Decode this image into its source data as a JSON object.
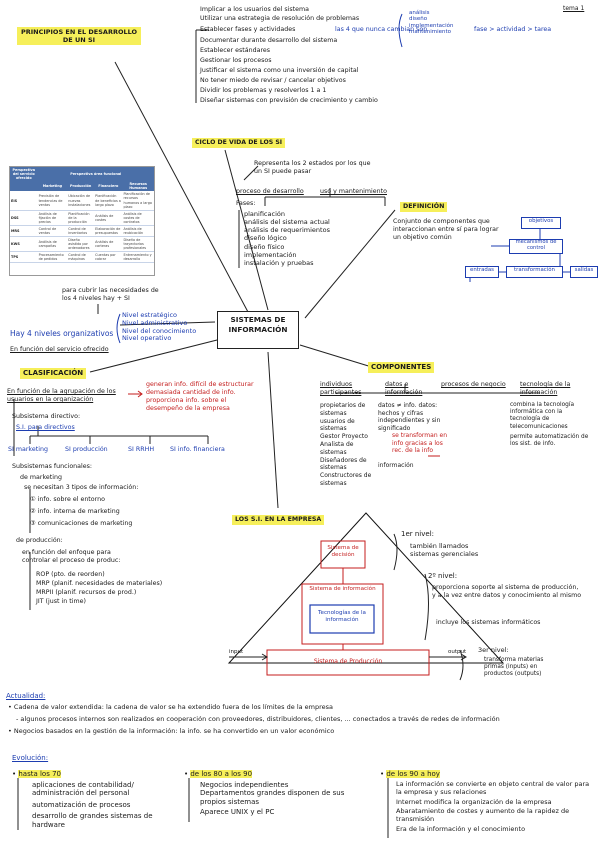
{
  "page_label": "tema 1",
  "center": "SISTEMAS DE INFORMACIÓN",
  "principios": {
    "title": "PRINCIPIOS EN EL DESARROLLO DE UN SI",
    "items": [
      "Implicar a los usuarios del sistema",
      "Utilizar una estrategia de resolución de problemas",
      "Establecer fases y actividades",
      "Documentar durante desarrollo del sistema",
      "Establecer estándares",
      "Gestionar los procesos",
      "Justificar el sistema como una inversión de capital",
      "No tener miedo de revisar / cancelar objetivos",
      "Dividir los problemas y resolverlos 1 a 1",
      "Diseñar sistemas con previsión de crecimiento y cambio"
    ],
    "fases_note": "las 4 que nunca cambian son",
    "fases_list": [
      "análisis",
      "diseño",
      "implementación",
      "mantenimiento"
    ],
    "fases_result": "fase > actividad > tarea"
  },
  "ciclo": {
    "title": "CICLO DE VIDA DE LOS SI",
    "intro": "Representa los 2 estados por los que un SI puede pasar",
    "estado1": "proceso de desarrollo",
    "estado2": "uso y mantenimiento",
    "fases_label": "Fases:",
    "fases": [
      "planificación",
      "análisis del sistema actual",
      "análisis de requerimientos",
      "diseño lógico",
      "diseño físico",
      "implementación",
      "instalación y pruebas"
    ]
  },
  "definicion": {
    "title": "DEFINICIÓN",
    "text": "Conjunto de componentes que interaccionan entre sí para lograr un objetivo común",
    "diag": {
      "objetivos": "objetivos",
      "mecanismos": "mecanismos de control",
      "entradas": "entradas",
      "transformacion": "transformación",
      "salidas": "salidas"
    }
  },
  "table": {
    "headers": [
      "Perspectiva del servicio ofrecido",
      "Perspectiva área funcional"
    ],
    "cols": [
      "",
      "Marketing",
      "Producción",
      "Financiero",
      "Recursos Humanos"
    ],
    "rows": [
      [
        "EIS",
        "Previsión de tendencias de ventas",
        "Ubicación de nuevas instalaciones",
        "Planificación de beneficios a largo plazo",
        "Planificación de recursos humanos a largo plazo"
      ],
      [
        "DSS",
        "Análisis de fijación de precios",
        "Planificación de la producción",
        "Análisis de costes",
        "Análisis de costes de contratos"
      ],
      [
        "MRS",
        "Control de ventas",
        "Control de inventarios",
        "Elaboración de presupuestos",
        "Análisis de reubicación"
      ],
      [
        "KWS",
        "Análisis de campañas",
        "Diseño asistido por ordenadores",
        "Análisis de carteras",
        "Diseño de trayectorias profesionales"
      ],
      [
        "TPS",
        "Procesamiento de pedidos",
        "Control de máquinas",
        "Cuentas por cobrar",
        "Entrenamiento y desarrollo"
      ]
    ],
    "note": "para cubrir las necesidades de los 4 niveles hay + SI"
  },
  "niveles": {
    "lead": "Hay 4 niveles organizativos",
    "items": [
      "Nivel estratégico",
      "Nivel administrativo",
      "Nivel del conocimiento",
      "Nivel operativo"
    ]
  },
  "funcion_servicio": "En función del servicio ofrecido",
  "clasificacion": {
    "title": "CLASIFICACIÓN",
    "agrupacion": "En función de la agrupación de los usuarios en la organización",
    "agr_notes": [
      "generan info. difícil de estructurar",
      "demasiada cantidad de info.",
      "proporciona info. sobre el desempeño de la empresa"
    ],
    "directivo": "Subsistema directivo:",
    "directivas": "S.I. para directivos",
    "dir_items": [
      "SI marketing",
      "SI producción",
      "SI RRHH",
      "SI info. financiera"
    ],
    "funcionales": "Subsistemas funcionales:",
    "marketing": "de marketing",
    "mk_note": "se necesitan 3 tipos de información:",
    "mk_items": [
      "info. sobre el entorno",
      "info. interna de marketing",
      "comunicaciones de marketing"
    ],
    "produccion": "de producción:",
    "prod_note": "en función del enfoque para controlar el proceso de produc:",
    "prod_items": [
      "ROP (pto. de reorden)",
      "MRP (planif. necesidades de materiales)",
      "MRPII (planif. recursos de prod.)",
      "JIT (just in time)"
    ]
  },
  "componentes": {
    "title": "COMPONENTES",
    "cats": [
      "individuos participantes",
      "datos e información",
      "procesos de negocio",
      "tecnología de la información"
    ],
    "individuos": [
      "propietarios de sistemas",
      "usuarios de sistemas",
      "Gestor Proyecto",
      "Analista de sistemas",
      "Diseñadores de sistemas",
      "Constructores de sistemas"
    ],
    "datos": "datos ≠ info. datos: hechos y cifras independientes y sin significado",
    "datos_red": "se transforman en info gracias a los rec. de la info",
    "datos_end": "información",
    "tecnologia": "combina la tecnología informática con la tecnología de telecomunicaciones",
    "tec2": "permite automatización de los sist. de info."
  },
  "empresa": {
    "title": "LOS S.I. EN LA EMPRESA",
    "decision": "Sistema de decisión",
    "informacion": "Sistema de información",
    "tecnologias": "Tecnologías de la información",
    "produccion": "Sistema de Producción",
    "input": "input",
    "output": "output",
    "n1_head": "1er nivel:",
    "n1": "también llamados sistemas gerenciales",
    "n2_head": "2º nivel:",
    "n2": [
      "proporciona soporte al sistema de producción, y a la vez entre datos y conocimiento al mismo",
      "incluye los sistemas informáticos"
    ],
    "n3_head": "3er nivel:",
    "n3": "transforma materias primas (inputs) en productos (outputs)"
  },
  "actualidad": {
    "title": "Actualidad:",
    "items": [
      "Cadena de valor extendida: la cadena de valor se ha extendido fuera de los límites de la empresa",
      "algunos procesos internos son realizados en cooperación con proveedores, distribuidores, clientes, ... conectados a través de redes de información",
      "Negocios basados en la gestión de la información: la info. se ha convertido en un valor económico"
    ]
  },
  "evolucion": {
    "title": "Evolución:",
    "eras": [
      {
        "head": "hasta los 70",
        "items": [
          "aplicaciones de contabilidad/ administración del personal",
          "automatización de procesos",
          "desarrollo de grandes sistemas de hardware"
        ]
      },
      {
        "head": "de los 80 a los 90",
        "items": [
          "Negocios independientes",
          "Departamentos grandes disponen de sus propios sistemas",
          "Aparece UNIX y el PC"
        ]
      },
      {
        "head": "de los 90 a hoy",
        "items": [
          "La información se convierte en objeto central de valor para la empresa y sus relaciones",
          "Internet modifica la organización de la empresa",
          "Abaratamiento de costes y aumento de la rapidez de transmisión",
          "Era de la información y el conocimiento"
        ]
      }
    ]
  }
}
